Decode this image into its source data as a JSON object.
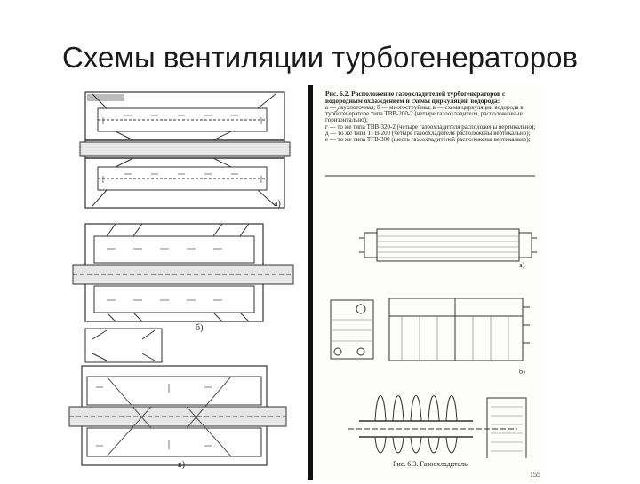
{
  "slide": {
    "title": "Схемы вентиляции турбогенераторов"
  },
  "left_scan": {
    "labels": [
      "а)",
      "б)",
      "в)"
    ]
  },
  "right_scan": {
    "caption_heading": "Рис. 6.2. Расположение газоохладителей турбогенераторов с водородным охлаждением и схемы циркуляции водорода:",
    "caption_lines": [
      "а — двухпоточная; б — многоструйная; в — схема циркуляции водорода в турбогенераторе типа ТВВ-200-2 (четыре газоохладителя, расположенные горизонтально);",
      "г — то же типа ТВВ-320-2 (четыре газоохладителя расположены вертикально);",
      "д — то же типа ТГВ-200 (четыре газоохладителя расположены вертикально);",
      "е — то же типа ТГВ-300 (шесть газоохладителей расположены вертикально);"
    ],
    "label_top": "а)",
    "label_mid": "б)",
    "bottom_caption": "Рис. 6.3. Газоохладитель.",
    "page_number": "155"
  }
}
